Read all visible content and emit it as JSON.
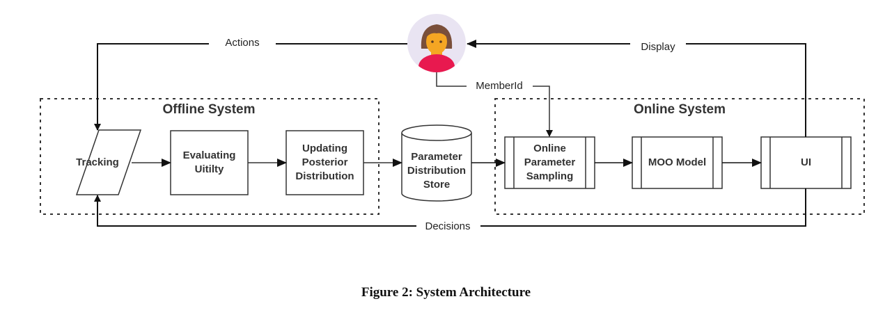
{
  "diagram": {
    "groups": {
      "offline": {
        "title": "Offline System"
      },
      "online": {
        "title": "Online System"
      }
    },
    "nodes": {
      "tracking": {
        "label": [
          "Tracking"
        ],
        "shape": "parallelogram"
      },
      "evaluating": {
        "label": [
          "Evaluating",
          "Uitilty"
        ],
        "shape": "rectangle"
      },
      "updating": {
        "label": [
          "Updating",
          "Posterior",
          "Distribution"
        ],
        "shape": "rectangle"
      },
      "store": {
        "label": [
          "Parameter",
          "Distribution",
          "Store"
        ],
        "shape": "cylinder"
      },
      "sampling": {
        "label": [
          "Online",
          "Parameter",
          "Sampling"
        ],
        "shape": "subprocess"
      },
      "moo": {
        "label": [
          "MOO Model"
        ],
        "shape": "subprocess"
      },
      "ui": {
        "label": [
          "UI"
        ],
        "shape": "subprocess"
      },
      "user": {
        "label": [],
        "shape": "avatar",
        "icon": "user-avatar-icon"
      }
    },
    "edges": {
      "actions": {
        "label": "Actions",
        "from": "user",
        "to": "tracking"
      },
      "display": {
        "label": "Display",
        "from": "ui",
        "to": "user"
      },
      "memberid": {
        "label": "MemberId",
        "from": "user",
        "to": "sampling"
      },
      "decisions": {
        "label": "Decisions",
        "from": "ui",
        "to": "tracking"
      }
    },
    "colors": {
      "stroke": "#333333",
      "avatar_bg": "#e9e4f2",
      "hair": "#7a4f3a",
      "skin": "#f5a623",
      "shirt": "#e8194f"
    }
  },
  "caption": "Figure 2: System Architecture"
}
